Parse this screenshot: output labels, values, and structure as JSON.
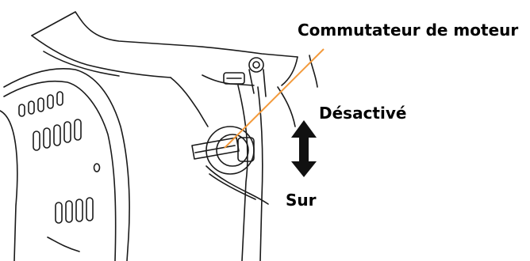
{
  "labels": {
    "switch": "Commutateur de moteur",
    "off": "Désactivé",
    "on": "Sur"
  },
  "colors": {
    "leader_line": "#f39a3c",
    "arrow": "#111111",
    "line_art": "#1a1a1a"
  },
  "icons": {
    "direction": "double-vertical-arrow-icon"
  }
}
